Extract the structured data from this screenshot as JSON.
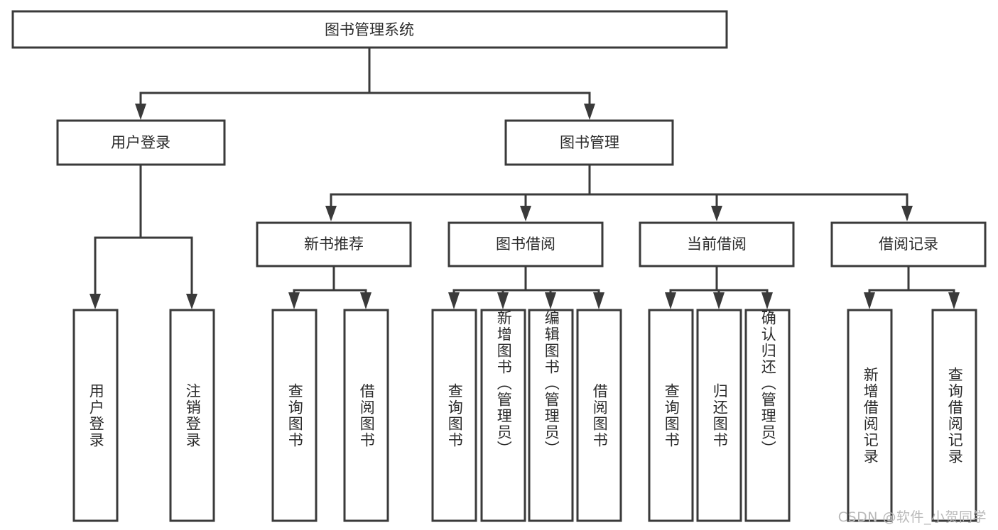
{
  "diagram": {
    "title": "图书管理系统",
    "type": "tree-hierarchy",
    "watermark": "CSDN @软件_小贺同学",
    "accent_color": "#3a3a3a",
    "box_fill": "#ffffff",
    "text_color": "#2b2b2b",
    "root": {
      "id": "root",
      "label": "图书管理系统",
      "level": 0
    },
    "level1": [
      {
        "id": "user-login",
        "label": "用户登录",
        "level": 1
      },
      {
        "id": "book-manage",
        "label": "图书管理",
        "level": 1
      }
    ],
    "level2": [
      {
        "id": "new-book-recommend",
        "label": "新书推荐",
        "level": 2,
        "parent": "book-manage"
      },
      {
        "id": "book-borrow",
        "label": "图书借阅",
        "level": 2,
        "parent": "book-manage"
      },
      {
        "id": "current-borrow",
        "label": "当前借阅",
        "level": 2,
        "parent": "book-manage"
      },
      {
        "id": "borrow-record",
        "label": "借阅记录",
        "level": 2,
        "parent": "book-manage"
      }
    ],
    "leaves": [
      {
        "id": "leaf-user-login",
        "label": "用户登录",
        "parent": "user-login"
      },
      {
        "id": "leaf-user-logout",
        "label": "注销登录",
        "parent": "user-login"
      },
      {
        "id": "leaf-query-book-1",
        "label": "查询图书",
        "parent": "new-book-recommend"
      },
      {
        "id": "leaf-borrow-book-1",
        "label": "借阅图书",
        "parent": "new-book-recommend"
      },
      {
        "id": "leaf-query-book-2",
        "label": "查询图书",
        "parent": "book-borrow"
      },
      {
        "id": "leaf-add-book",
        "label": "新增图书（管理员）",
        "parent": "book-borrow"
      },
      {
        "id": "leaf-edit-book",
        "label": "编辑图书（管理员）",
        "parent": "book-borrow"
      },
      {
        "id": "leaf-borrow-book-2",
        "label": "借阅图书",
        "parent": "book-borrow"
      },
      {
        "id": "leaf-query-book-3",
        "label": "查询图书",
        "parent": "current-borrow"
      },
      {
        "id": "leaf-return-book",
        "label": "归还图书",
        "parent": "current-borrow"
      },
      {
        "id": "leaf-confirm-return",
        "label": "确认归还（管理员）",
        "parent": "current-borrow"
      },
      {
        "id": "leaf-add-record",
        "label": "新增借阅记录",
        "parent": "borrow-record"
      },
      {
        "id": "leaf-query-record",
        "label": "查询借阅记录",
        "parent": "borrow-record"
      }
    ]
  }
}
